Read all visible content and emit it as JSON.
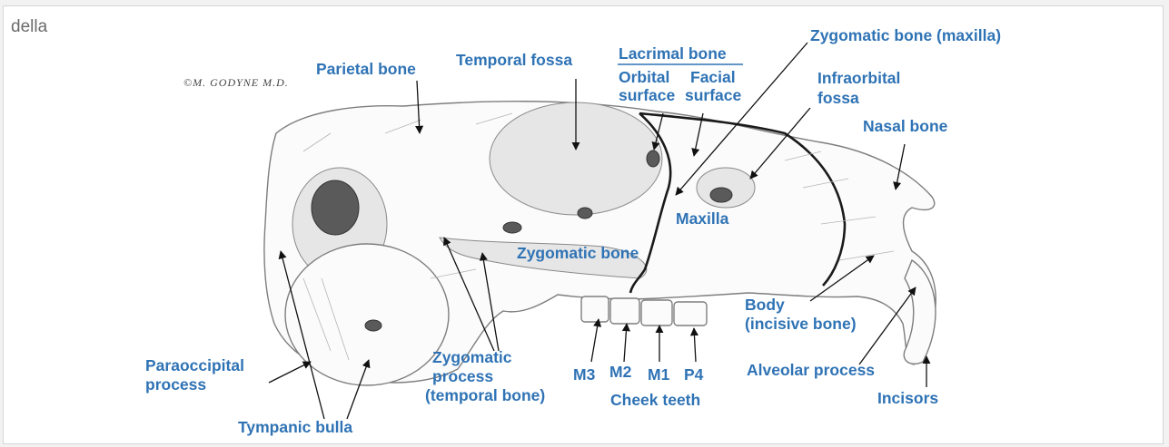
{
  "caption": "della",
  "signature": "©M. GODYNE M.D.",
  "labels": {
    "parietal_bone": "Parietal bone",
    "temporal_fossa": "Temporal fossa",
    "lacrimal_bone": "Lacrimal bone",
    "orbital_1": "Orbital",
    "orbital_2": "surface",
    "facial_1": "Facial",
    "facial_2": "surface",
    "zygomatic_maxilla": "Zygomatic bone (maxilla)",
    "infraorbital_1": "Infraorbital",
    "infraorbital_2": "fossa",
    "nasal_bone": "Nasal bone",
    "maxilla": "Maxilla",
    "zygomatic_bone": "Zygomatic bone",
    "body_1": "Body",
    "body_2": "(incisive bone)",
    "alveolar_process": "Alveolar process",
    "incisors": "Incisors",
    "paraoccipital_1": "Paraoccipital",
    "paraoccipital_2": "process",
    "tympanic_bulla": "Tympanic bulla",
    "zyg_process_1": "Zygomatic",
    "zyg_process_2": "process",
    "zyg_process_3": "(temporal bone)",
    "m3": "M3",
    "m2": "M2",
    "m1": "M1",
    "p4": "P4",
    "cheek_teeth": "Cheek teeth"
  },
  "colors": {
    "label": "#2f73b5",
    "caption": "#6b6b6b"
  }
}
